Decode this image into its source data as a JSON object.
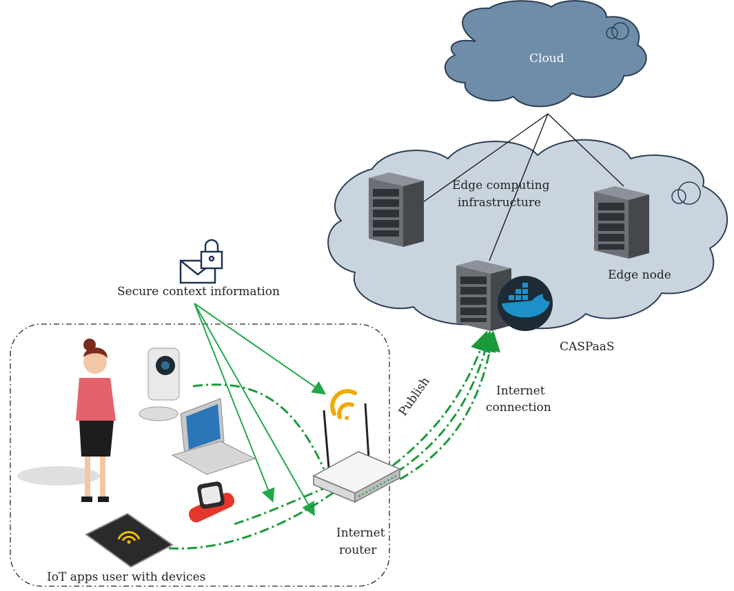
{
  "labels": {
    "cloud": "Cloud",
    "edge_infra_line1": "Edge computing",
    "edge_infra_line2": "infrastructure",
    "edge_node": "Edge node",
    "caspaas": "CASPaaS",
    "secure_context": "Secure context information",
    "publish": "Publish",
    "internet_connection_line1": "Internet",
    "internet_connection_line2": "connection",
    "internet_router_line1": "Internet",
    "internet_router_line2": "router",
    "iot_user": "IoT apps user with devices"
  },
  "colors": {
    "cloud_top": "#6f8ca8",
    "cloud_edge": "#c9d4df",
    "dashed_link": "#1a9a3a",
    "secure_arrow": "#22a84a",
    "server_body": "#595d63",
    "docker_blue": "#1d91c8"
  }
}
